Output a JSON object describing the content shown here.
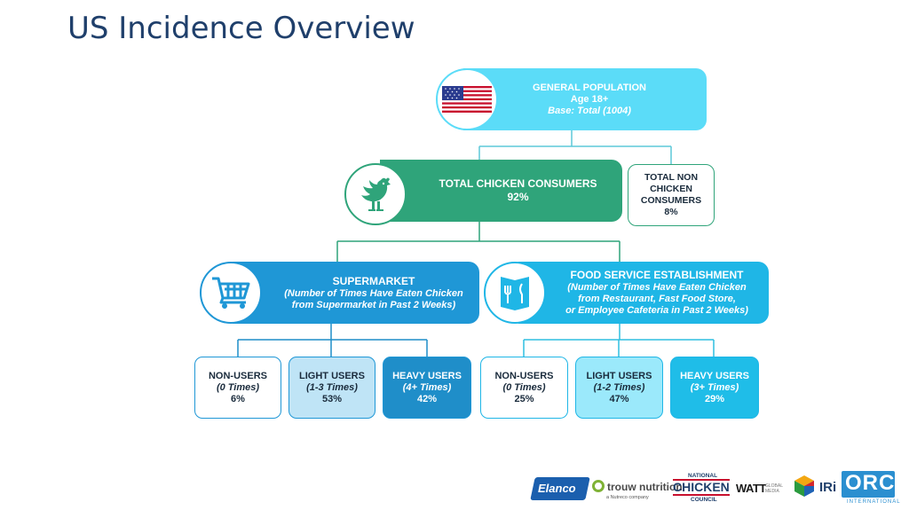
{
  "title": "US Incidence Overview",
  "general": {
    "line1": "GENERAL POPULATION",
    "line2": "Age 18+",
    "line3": "Base: Total (1004)"
  },
  "consumers": {
    "line1": "TOTAL CHICKEN CONSUMERS",
    "line2": "92%"
  },
  "non_consumers": {
    "line1": "TOTAL NON",
    "line2": "CHICKEN",
    "line3": "CONSUMERS",
    "line4": "8%"
  },
  "supermarket": {
    "title": "SUPERMARKET",
    "sub1": "(Number of Times Have Eaten Chicken",
    "sub2": "from Supermarket in Past 2 Weeks)"
  },
  "foodservice": {
    "title": "FOOD SERVICE ESTABLISHMENT",
    "sub1": "(Number of Times Have Eaten Chicken",
    "sub2": "from Restaurant, Fast Food Store,",
    "sub3": "or Employee Cafeteria in Past 2 Weeks)"
  },
  "supermarket_segments": [
    {
      "label": "NON-USERS",
      "range": "(0 Times)",
      "pct": "6%"
    },
    {
      "label": "LIGHT USERS",
      "range": "(1-3 Times)",
      "pct": "53%"
    },
    {
      "label": "HEAVY USERS",
      "range": "(4+ Times)",
      "pct": "42%"
    }
  ],
  "foodservice_segments": [
    {
      "label": "NON-USERS",
      "range": "(0 Times)",
      "pct": "25%"
    },
    {
      "label": "LIGHT USERS",
      "range": "(1-2 Times)",
      "pct": "47%"
    },
    {
      "label": "HEAVY USERS",
      "range": "(3+ Times)",
      "pct": "29%"
    }
  ],
  "logos": {
    "elanco": "Elanco",
    "trouw": "trouw nutrition",
    "trouw_sub": "a Nutreco company",
    "ncc_top": "NATIONAL",
    "ncc_mid": "CHICKEN",
    "ncc_bot": "COUNCIL",
    "watt": "WATT",
    "watt_sub": "GLOBAL MEDIA",
    "iri": "IRi",
    "orc": "ORC",
    "orc_sub": "INTERNATIONAL"
  },
  "colors": {
    "cyan": "#5bdcf8",
    "green": "#2fa47a",
    "blue": "#1f97d6",
    "navy": "#1f3f6b"
  }
}
